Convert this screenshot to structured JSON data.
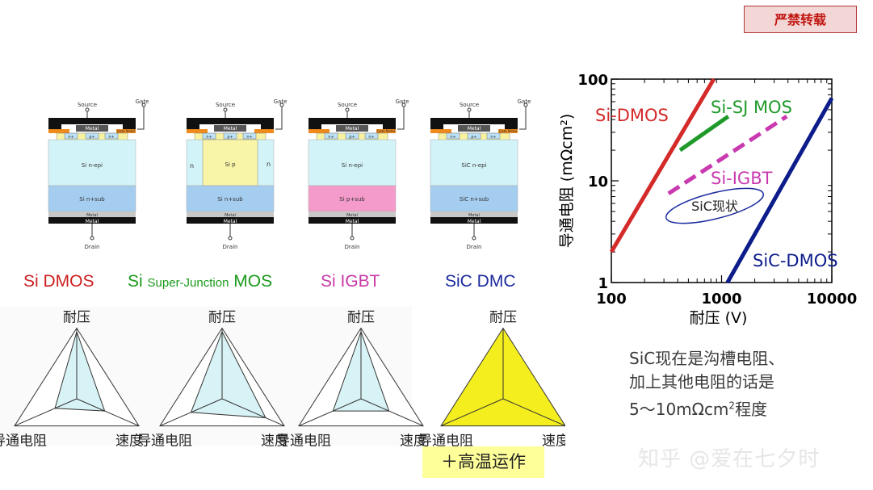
{
  "badge": "严禁转载",
  "devices": [
    {
      "id": "si-dmos",
      "name": "Si DMOS",
      "color": "#cc1f1f",
      "layers": {
        "source": "Source",
        "gate": "Gate",
        "metal": "Metal",
        "epi": "Si  n-epi",
        "sub": "Si n+sub",
        "drain": "Drain",
        "pwell": "p-well",
        "nplus": "n+",
        "pplus": "p+",
        "gatemetal": "Gate Metal"
      }
    },
    {
      "id": "si-sj-mos",
      "name_main": "Si",
      "name_small": "Super-Junction",
      "name_end": "MOS",
      "color": "#1a9a1a",
      "layers": {
        "source": "Source",
        "gate": "Gate",
        "metal": "Metal",
        "epi": "Si  p",
        "n_left": "n",
        "n_right": "n",
        "sub": "Si n+sub",
        "drain": "Drain",
        "pwell": "p-well",
        "nplus": "n+",
        "pplus": "p+"
      }
    },
    {
      "id": "si-igbt",
      "name": "Si IGBT",
      "color": "#c83aa6",
      "layers": {
        "source": "Source",
        "gate": "Gate",
        "metal": "Metal",
        "epi": "Si  n-epi",
        "sub": "Si p+sub",
        "drain": "Drain",
        "pwell": "p-well",
        "nplus": "n+",
        "pplus": "p+",
        "gatemetal": "Gate Metal"
      }
    },
    {
      "id": "sic-dmos",
      "name": "SiC DMC",
      "color": "#1b2b9e",
      "layers": {
        "source": "Source",
        "gate": "Gate",
        "metal": "Metal",
        "epi": "SiC  n-epi",
        "sub": "SiC n+sub",
        "drain": "Drain",
        "pwell": "p-well",
        "nplus": "n+",
        "pplus": "p+",
        "gatemetal": "Gate Metal"
      }
    }
  ],
  "radar": {
    "axes": [
      "耐压",
      "导通电阻",
      "速度"
    ],
    "fill_light": "#d8f3f5",
    "fill_sic": "#f4ee1f",
    "values": [
      {
        "device": "si-dmos",
        "v": 0.95,
        "r": 0.35,
        "s": 0.45
      },
      {
        "device": "si-sj-mos",
        "v": 0.95,
        "r": 0.5,
        "s": 0.7
      },
      {
        "device": "si-igbt",
        "v": 0.95,
        "r": 0.45,
        "s": 0.45
      },
      {
        "device": "sic-dmos",
        "v": 1.0,
        "r": 1.0,
        "s": 1.0
      }
    ],
    "high_temp": "＋高温运作"
  },
  "chart_data": {
    "type": "line",
    "xlabel": "耐压 (V)",
    "ylabel": "导通电阻 (mΩcm²)",
    "xscale": "log",
    "yscale": "log",
    "xlim": [
      100,
      10000
    ],
    "ylim": [
      1,
      100
    ],
    "xticks": [
      "100",
      "1000",
      "10000"
    ],
    "yticks": [
      "1",
      "10",
      "100"
    ],
    "series": [
      {
        "name": "Si-DMOS",
        "color": "#d42a2a",
        "style": "solid",
        "points": [
          [
            100,
            2.0
          ],
          [
            850,
            100
          ]
        ]
      },
      {
        "name": "Si-SJ MOS",
        "color": "#1f9a2a",
        "style": "solid",
        "points": [
          [
            420,
            20
          ],
          [
            1150,
            43
          ]
        ]
      },
      {
        "name": "Si-IGBT",
        "color": "#c93ab0",
        "style": "dashed",
        "points": [
          [
            330,
            7.5
          ],
          [
            3900,
            43
          ]
        ]
      },
      {
        "name": "SiC-DMOS",
        "color": "#0c1c8a",
        "style": "solid",
        "points": [
          [
            1130,
            1.0
          ],
          [
            10000,
            65
          ]
        ]
      }
    ],
    "annotation": "SiC现状"
  },
  "note": {
    "line1": "SiC现在是沟槽电阻、",
    "line2": "加上其他电阻的话是",
    "line3_pre": "5～10mΩcm",
    "line3_sup": "2",
    "line3_post": "程度"
  },
  "watermark": "知乎 @爱在七夕时"
}
